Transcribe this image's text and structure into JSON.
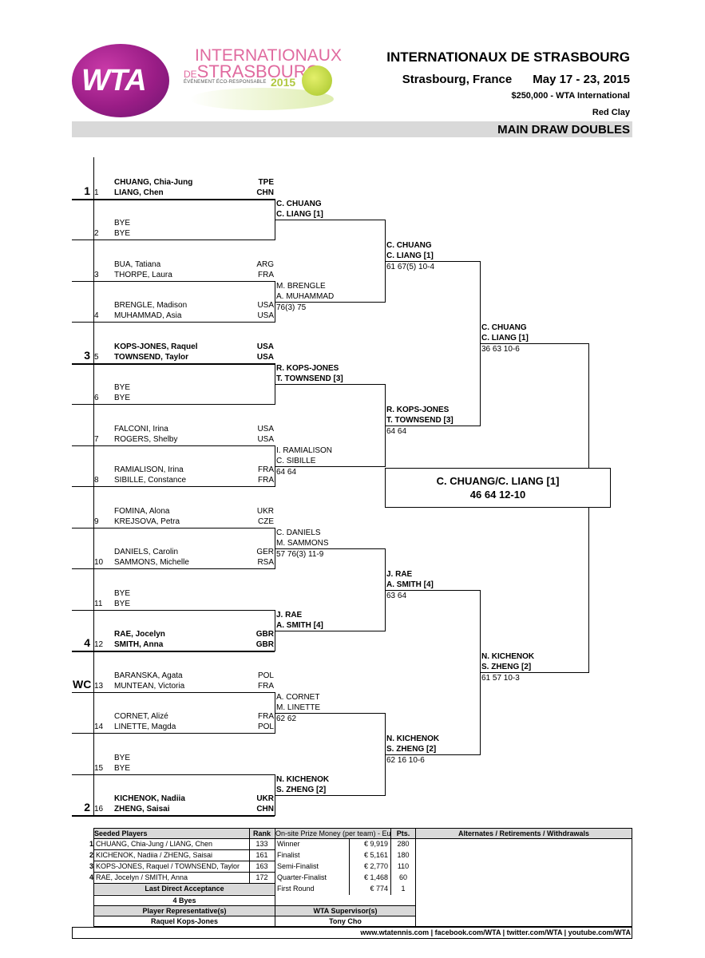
{
  "header": {
    "title": "INTERNATIONAUX DE STRASBOURG",
    "location": "Strasbourg, France",
    "dates": "May 17 - 23, 2015",
    "prize": "$250,000 - WTA International",
    "surface": "Red Clay",
    "draw": "MAIN DRAW DOUBLES"
  },
  "logos": {
    "wta": "WTA",
    "tournament_line1": "INTERNATIONAUX",
    "tournament_line2_prefix": "DE",
    "tournament_line2": "STRASBOURG",
    "tournament_tagline": "ÉVÉNEMENT ÉCO-RESPONSABLE",
    "tournament_year": "2015",
    "wta_color": "#9a1d86",
    "tournament_color": "#e06a9f"
  },
  "draw": [
    {
      "num": "1",
      "seed": "1",
      "p1": "CHUANG, Chia-Jung",
      "n1": "TPE",
      "p2": "LIANG, Chen",
      "n2": "CHN",
      "bold": true
    },
    {
      "num": "2",
      "seed": "",
      "p1": "BYE",
      "n1": "",
      "p2": "BYE",
      "n2": "",
      "bold": false
    },
    {
      "num": "3",
      "seed": "",
      "p1": "BUA, Tatiana",
      "n1": "ARG",
      "p2": "THORPE, Laura",
      "n2": "FRA",
      "bold": false
    },
    {
      "num": "4",
      "seed": "",
      "p1": "BRENGLE, Madison",
      "n1": "USA",
      "p2": "MUHAMMAD, Asia",
      "n2": "USA",
      "bold": false
    },
    {
      "num": "5",
      "seed": "3",
      "p1": "KOPS-JONES, Raquel",
      "n1": "USA",
      "p2": "TOWNSEND, Taylor",
      "n2": "USA",
      "bold": true
    },
    {
      "num": "6",
      "seed": "",
      "p1": "BYE",
      "n1": "",
      "p2": "BYE",
      "n2": "",
      "bold": false
    },
    {
      "num": "7",
      "seed": "",
      "p1": "FALCONI, Irina",
      "n1": "USA",
      "p2": "ROGERS, Shelby",
      "n2": "USA",
      "bold": false
    },
    {
      "num": "8",
      "seed": "",
      "p1": "RAMIALISON, Irina",
      "n1": "FRA",
      "p2": "SIBILLE, Constance",
      "n2": "FRA",
      "bold": false
    },
    {
      "num": "9",
      "seed": "",
      "p1": "FOMINA, Alona",
      "n1": "UKR",
      "p2": "KREJSOVA, Petra",
      "n2": "CZE",
      "bold": false
    },
    {
      "num": "10",
      "seed": "",
      "p1": "DANIELS, Carolin",
      "n1": "GER",
      "p2": "SAMMONS, Michelle",
      "n2": "RSA",
      "bold": false
    },
    {
      "num": "11",
      "seed": "",
      "p1": "BYE",
      "n1": "",
      "p2": "BYE",
      "n2": "",
      "bold": false
    },
    {
      "num": "12",
      "seed": "4",
      "p1": "RAE, Jocelyn",
      "n1": "GBR",
      "p2": "SMITH, Anna",
      "n2": "GBR",
      "bold": true
    },
    {
      "num": "13",
      "seed": "WC",
      "p1": "BARANSKA, Agata",
      "n1": "POL",
      "p2": "MUNTEAN, Victoria",
      "n2": "FRA",
      "bold": false
    },
    {
      "num": "14",
      "seed": "",
      "p1": "CORNET, Alizé",
      "n1": "FRA",
      "p2": "LINETTE, Magda",
      "n2": "POL",
      "bold": false
    },
    {
      "num": "15",
      "seed": "",
      "p1": "BYE",
      "n1": "",
      "p2": "BYE",
      "n2": "",
      "bold": false
    },
    {
      "num": "16",
      "seed": "2",
      "p1": "KICHENOK, Nadiia",
      "n1": "UKR",
      "p2": "ZHENG, Saisai",
      "n2": "CHN",
      "bold": true
    }
  ],
  "round2": [
    {
      "l1": "C. CHUANG",
      "l2": "C. LIANG [1]",
      "score": "",
      "bold": true
    },
    {
      "l1": "M. BRENGLE",
      "l2": "A. MUHAMMAD",
      "score": "76(3) 75",
      "bold": false
    },
    {
      "l1": "R. KOPS-JONES",
      "l2": "T. TOWNSEND [3]",
      "score": "",
      "bold": true
    },
    {
      "l1": "I. RAMIALISON",
      "l2": "C. SIBILLE",
      "score": "64 64",
      "bold": false
    },
    {
      "l1": "C. DANIELS",
      "l2": "M. SAMMONS",
      "score": "57 76(3) 11-9",
      "bold": false
    },
    {
      "l1": "J. RAE",
      "l2": "A. SMITH [4]",
      "score": "",
      "bold": true
    },
    {
      "l1": "A. CORNET",
      "l2": "M. LINETTE",
      "score": "62 62",
      "bold": false
    },
    {
      "l1": "N. KICHENOK",
      "l2": "S. ZHENG [2]",
      "score": "",
      "bold": true
    }
  ],
  "quarterfinals": [
    {
      "l1": "C. CHUANG",
      "l2": "C. LIANG [1]",
      "score": "61 67(5) 10-4"
    },
    {
      "l1": "R. KOPS-JONES",
      "l2": "T. TOWNSEND [3]",
      "score": "64 64"
    },
    {
      "l1": "J. RAE",
      "l2": "A. SMITH [4]",
      "score": "63 64"
    },
    {
      "l1": "N. KICHENOK",
      "l2": "S. ZHENG [2]",
      "score": "62 16 10-6"
    }
  ],
  "semifinals": [
    {
      "l1": "C. CHUANG",
      "l2": "C. LIANG [1]",
      "score": "36 63 10-6"
    },
    {
      "l1": "N. KICHENOK",
      "l2": "S. ZHENG [2]",
      "score": "61 57 10-3"
    }
  ],
  "final": {
    "winner": "C. CHUANG/C. LIANG [1]",
    "score": "46 64 12-10"
  },
  "info": {
    "seeded_header": "Seeded Players",
    "rank_header": "Rank",
    "prize_header": "On-site Prize Money (per team) - Eur",
    "pts_header": "Pts.",
    "alternates_header": "Alternates / Retirements / Withdrawals",
    "seeded": [
      {
        "seed": "1",
        "name": "CHUANG, Chia-Jung / LIANG, Chen",
        "rank": "133"
      },
      {
        "seed": "2",
        "name": "KICHENOK, Nadiia / ZHENG, Saisai",
        "rank": "161"
      },
      {
        "seed": "3",
        "name": "KOPS-JONES, Raquel / TOWNSEND, Taylor",
        "rank": "163"
      },
      {
        "seed": "4",
        "name": "RAE, Jocelyn / SMITH, Anna",
        "rank": "172"
      }
    ],
    "prizes": [
      {
        "round": "Winner",
        "money": "€ 9,919",
        "pts": "280"
      },
      {
        "round": "Finalist",
        "money": "€ 5,161",
        "pts": "180"
      },
      {
        "round": "Semi-Finalist",
        "money": "€ 2,770",
        "pts": "110"
      },
      {
        "round": "Quarter-Finalist",
        "money": "€ 1,468",
        "pts": "60"
      },
      {
        "round": "First Round",
        "money": "€ 774",
        "pts": "1"
      }
    ],
    "lda_header": "Last Direct Acceptance",
    "lda_value": "4 Byes",
    "rep_header": "Player Representative(s)",
    "rep_value": "Raquel Kops-Jones",
    "sup_header": "WTA Supervisor(s)",
    "sup_value": "Tony Cho",
    "footer": "www.wtatennis.com  |  facebook.com/WTA  |  twitter.com/WTA  |  youtube.com/WTA"
  }
}
